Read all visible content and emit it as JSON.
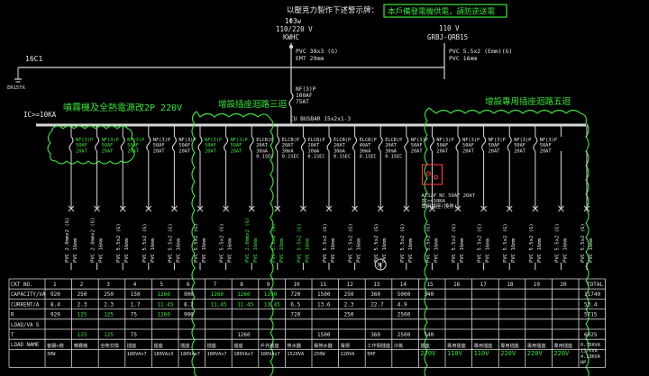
{
  "header": {
    "note": "以壓克力製作下述警示牌：",
    "sign": "本戶備發電機供電，請防逆送電"
  },
  "source": {
    "phase_label": "1Φ3w",
    "voltage": "110/220 V",
    "meter": "KWHC",
    "right_voltage": "110 V",
    "right_breaker": "GRBJ-QRB15",
    "feeder_left": [
      "PVC 38x3 (G)",
      "EMT 29mm"
    ],
    "feeder_right": [
      "PVC 5.5x2 (Emm)(G)",
      "PVC 16mm"
    ],
    "panel_id": "16C1",
    "ground": "ER15TX",
    "main_breaker": [
      "NF(3)P",
      "100AF",
      "75AT"
    ],
    "busbar": "CU BUSBAR 15x2x1-3",
    "ic": "IC>=10KA"
  },
  "groups": {
    "left": "噴霧機及全熱電源改2P 220V",
    "middle": "增設插座迴路三迴",
    "right": "增設專用插座迴路五迴"
  },
  "breakers": [
    {
      "l": [
        "NF(3)P",
        "50AF",
        "20AT"
      ],
      "green": true
    },
    {
      "l": [
        "NF(3)P",
        "50AF",
        "20AT"
      ],
      "green": true
    },
    {
      "l": [
        "NF(3)P",
        "50AF",
        "20AT"
      ],
      "green": true
    },
    {
      "l": [
        "NF(3)P",
        "50AF",
        "20AT"
      ],
      "green": false
    },
    {
      "l": [
        "NF(3)P",
        "50AF",
        "20AT"
      ],
      "green": false
    },
    {
      "l": [
        "NF(3)P",
        "50AF",
        "20AT"
      ],
      "green": true
    },
    {
      "l": [
        "NF(3)P",
        "50AF",
        "20AT"
      ],
      "green": true
    },
    {
      "l": [
        "ELCB(P",
        "20AT",
        "30mA",
        "0.1SEC"
      ],
      "green": false
    },
    {
      "l": [
        "ELCB(P",
        "20AT",
        "30mA",
        "0.1SEC"
      ],
      "green": false
    },
    {
      "l": [
        "ELCB(P",
        "20AT",
        "30mA",
        "0.1SEC"
      ],
      "green": false
    },
    {
      "l": [
        "ELCB(P",
        "20AT",
        "30mA",
        "0.1SEC"
      ],
      "green": false
    },
    {
      "l": [
        "ELCB(P",
        "40AT",
        "30mA",
        "0.1SEC"
      ],
      "green": false
    },
    {
      "l": [
        "ELCB(P",
        "20AT",
        "30mA",
        "0.1SEC"
      ],
      "green": false
    },
    {
      "l": [
        "NF(3)P",
        "50AF",
        "20AT"
      ],
      "green": false
    },
    {
      "l": [
        "NF(3)P",
        "50AF",
        "20AT"
      ],
      "green": false
    },
    {
      "l": [
        "NF(3)P",
        "50AF",
        "20AT"
      ],
      "green": false
    },
    {
      "l": [
        "NF(3)P",
        "50AF",
        "20AT"
      ],
      "green": false
    },
    {
      "l": [
        "NF(3)P",
        "50AF",
        "20AT"
      ],
      "green": false
    },
    {
      "l": [
        "NF(3)P",
        "50AF",
        "20AT"
      ],
      "green": false
    }
  ],
  "ats": [
    "ATS2P NC 50AF 20AT",
    "IC>=10KA",
    "專用插座(換熱)"
  ],
  "motor": "M",
  "cables": [
    {
      "a": "PVC 2.0mmx2 (G)",
      "b": "PVC 16mm",
      "green": false
    },
    {
      "a": "PVC 2.0mmx2 (G)",
      "b": "PVC 16mm",
      "green": false
    },
    {
      "a": "PVC 5.5x2 (G)",
      "b": "PVC 16mm",
      "green": false
    },
    {
      "a": "PVC 5.5x2 (G)",
      "b": "PVC 16mm",
      "green": false
    },
    {
      "a": "PVC 5.5x2 (G)",
      "b": "PVC 16mm",
      "green": false
    },
    {
      "a": "PVC 5.5x2 (G)",
      "b": "PVC 16mm",
      "green": false
    },
    {
      "a": "PVC 5.5x2 (G)",
      "b": "PVC 16mm",
      "green": false
    },
    {
      "a": "PVC 2.0mmx2 (G)",
      "b": "PVC 16mm",
      "green": true
    },
    {
      "a": "PVC 5.5x2 (G)",
      "b": "PVC 16mm",
      "green": true
    },
    {
      "a": "PVC 5.5x2 (G)",
      "b": "PVC 16mm",
      "green": true
    },
    {
      "a": "PVC 5.5x2 (G)",
      "b": "PVC 16mm",
      "green": false
    },
    {
      "a": "PVC 5.5x2 (G)",
      "b": "PVC 16mm",
      "green": false
    },
    {
      "a": "PVC 5.5x2 (G)",
      "b": "PVC 16mm",
      "green": false
    },
    {
      "a": "PVC 5.5x2 (G)",
      "b": "PVC 16mm",
      "green": false
    },
    {
      "a": "PVC 5.5x2 (G)",
      "b": "PVC 16mm",
      "green": false
    },
    {
      "a": "PVC 5.5x2 (G)",
      "b": "PVC 16mm",
      "green": false
    },
    {
      "a": "PVC 5.5x2 (G)",
      "b": "PVC 16mm",
      "green": false
    },
    {
      "a": "PVC 5.5x2 (G)",
      "b": "PVC 16mm",
      "green": false
    },
    {
      "a": "PVC 5.5x2 (G)",
      "b": "PVC 16mm",
      "green": false
    },
    {
      "a": "PVC 5.5x2 (G)",
      "b": "PVC 16mm",
      "green": false
    },
    {
      "a": "PVC 5.5x2 (G)",
      "b": "PVC 16mm",
      "green": false
    }
  ],
  "table": {
    "row_labels": [
      "CKT NO.",
      "CAPACITY/VA",
      "CURRENT/A",
      "R",
      "LOAD/VA S",
      "T",
      "LOAD NAME"
    ],
    "ckt": [
      "1",
      "2",
      "3",
      "4",
      "5",
      "6",
      "7",
      "8",
      "9",
      "10",
      "11",
      "12",
      "13",
      "14",
      "15",
      "16",
      "17",
      "18",
      "19",
      "20",
      "TOTAL"
    ],
    "capacity": [
      {
        "v": "920"
      },
      {
        "v": "250"
      },
      {
        "v": "250"
      },
      {
        "v": "150"
      },
      {
        "v": "1260",
        "g": true
      },
      {
        "v": "900"
      },
      {
        "v": "1260",
        "g": true
      },
      {
        "v": "1260",
        "g": true
      },
      {
        "v": "1260",
        "g": true
      },
      {
        "v": "720"
      },
      {
        "v": "1500"
      },
      {
        "v": "250"
      },
      {
        "v": "360"
      },
      {
        "v": "5000"
      },
      {
        "v": "540"
      },
      {
        "v": ""
      },
      {
        "v": ""
      },
      {
        "v": ""
      },
      {
        "v": ""
      },
      {
        "v": ""
      },
      {
        "v": "11740"
      }
    ],
    "current": [
      {
        "v": "8.4"
      },
      {
        "v": "2.3"
      },
      {
        "v": "2.3"
      },
      {
        "v": "1.7"
      },
      {
        "v": "11.45",
        "g": true
      },
      {
        "v": "8.2"
      },
      {
        "v": "11.45",
        "g": true
      },
      {
        "v": "11.45",
        "g": true
      },
      {
        "v": "11.45",
        "g": true
      },
      {
        "v": "6.5"
      },
      {
        "v": "13.6"
      },
      {
        "v": "2.3"
      },
      {
        "v": "22.7"
      },
      {
        "v": "4.9"
      },
      {
        "v": ""
      },
      {
        "v": ""
      },
      {
        "v": ""
      },
      {
        "v": ""
      },
      {
        "v": ""
      },
      {
        "v": ""
      },
      {
        "v": "53.4"
      }
    ],
    "load_r": [
      {
        "v": "920"
      },
      {
        "v": "125",
        "g": true
      },
      {
        "v": "125",
        "g": true
      },
      {
        "v": "75"
      },
      {
        "v": "1260",
        "g": true
      },
      {
        "v": "900"
      },
      {
        "v": ""
      },
      {
        "v": ""
      },
      {
        "v": ""
      },
      {
        "v": "720"
      },
      {
        "v": ""
      },
      {
        "v": "250"
      },
      {
        "v": ""
      },
      {
        "v": "2500"
      },
      {
        "v": ""
      },
      {
        "v": ""
      },
      {
        "v": ""
      },
      {
        "v": ""
      },
      {
        "v": ""
      },
      {
        "v": ""
      },
      {
        "v": "5715"
      }
    ],
    "load_s": [],
    "load_t": [
      {
        "v": ""
      },
      {
        "v": "125",
        "g": true
      },
      {
        "v": "125",
        "g": true
      },
      {
        "v": "75"
      },
      {
        "v": ""
      },
      {
        "v": ""
      },
      {
        "v": ""
      },
      {
        "v": "1260"
      },
      {
        "v": ""
      },
      {
        "v": ""
      },
      {
        "v": "1500"
      },
      {
        "v": ""
      },
      {
        "v": "360"
      },
      {
        "v": "2500"
      },
      {
        "v": "540"
      },
      {
        "v": ""
      },
      {
        "v": ""
      },
      {
        "v": ""
      },
      {
        "v": ""
      },
      {
        "v": ""
      },
      {
        "v": "6025"
      }
    ],
    "load_name": [
      {
        "v": "客廳+廁"
      },
      {
        "v": "噴霧機"
      },
      {
        "v": "全熱交換"
      },
      {
        "v": "插座"
      },
      {
        "v": "插座"
      },
      {
        "v": "插座"
      },
      {
        "v": "插座"
      },
      {
        "v": "插座"
      },
      {
        "v": "戶外插座"
      },
      {
        "v": "熱水器"
      },
      {
        "v": "電熱水器"
      },
      {
        "v": "電視"
      },
      {
        "v": "工作間插座"
      },
      {
        "v": "冷氣"
      },
      {
        "v": "插座"
      },
      {
        "v": "專用插座"
      },
      {
        "v": "專用插座"
      },
      {
        "v": "專用插座"
      },
      {
        "v": "專用插座"
      },
      {
        "v": "專用插座"
      },
      {
        "v": ""
      }
    ],
    "load_name2": [
      {
        "v": "30W"
      },
      {
        "v": ""
      },
      {
        "v": ""
      },
      {
        "v": "180VAx7"
      },
      {
        "v": "180VAx3"
      },
      {
        "v": "180VAx7"
      },
      {
        "v": "180VAx7"
      },
      {
        "v": "180VAx7"
      },
      {
        "v": "180VAx7"
      },
      {
        "v": "1520VA"
      },
      {
        "v": "250W"
      },
      {
        "v": "220VA"
      },
      {
        "v": "5HP"
      },
      {
        "v": ""
      },
      {
        "v": "220V",
        "g": true
      },
      {
        "v": "110V",
        "g": true
      },
      {
        "v": "110V",
        "g": true
      },
      {
        "v": "220V",
        "g": true
      },
      {
        "v": "220V",
        "g": true
      },
      {
        "v": "220V",
        "g": true
      },
      {
        "v": ""
      }
    ],
    "total_extra": [
      "0.35KVA",
      "15 KVA",
      "4.13KVA",
      "HP"
    ]
  }
}
